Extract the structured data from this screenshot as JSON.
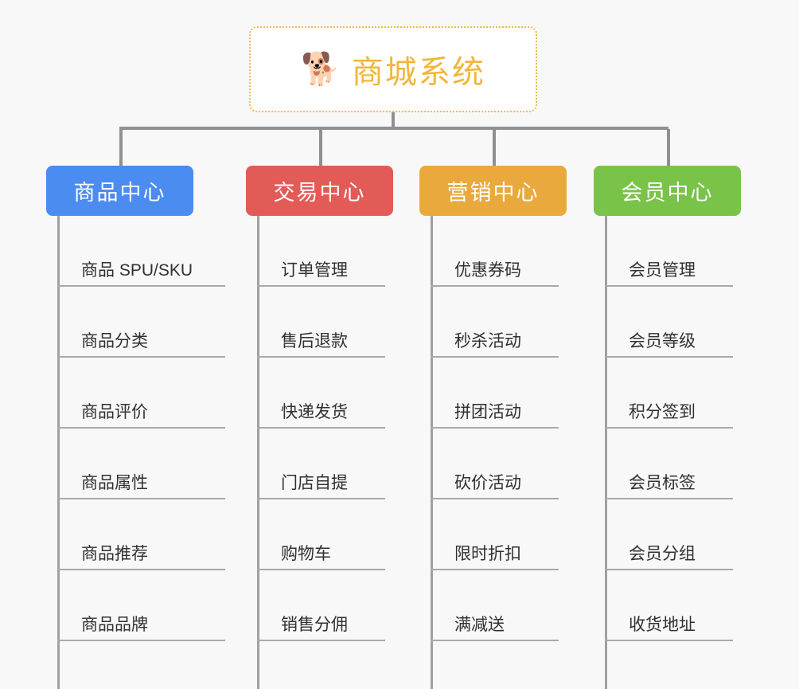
{
  "diagram": {
    "title": "商城系统",
    "root": {
      "label": "商城系统",
      "icon": "shiba-dog-emoji",
      "emoji": "🐕",
      "border_color": "#f0b849",
      "text_color": "#f2b63c",
      "background": "#ffffff"
    },
    "background_color": "#f8f8f8",
    "connector_color": "#909090",
    "branches": [
      {
        "label": "商品中心",
        "color": "#4a8cf0",
        "items": [
          "商品 SPU/SKU",
          "商品分类",
          "商品评价",
          "商品属性",
          "商品推荐",
          "商品品牌"
        ]
      },
      {
        "label": "交易中心",
        "color": "#e35b57",
        "items": [
          "订单管理",
          "售后退款",
          "快递发货",
          "门店自提",
          "购物车",
          "销售分佣"
        ]
      },
      {
        "label": "营销中心",
        "color": "#eaa93c",
        "items": [
          "优惠券码",
          "秒杀活动",
          "拼团活动",
          "砍价活动",
          "限时折扣",
          "满减送"
        ]
      },
      {
        "label": "会员中心",
        "color": "#78c348",
        "items": [
          "会员管理",
          "会员等级",
          "积分签到",
          "会员标签",
          "会员分组",
          "收货地址"
        ]
      }
    ]
  }
}
